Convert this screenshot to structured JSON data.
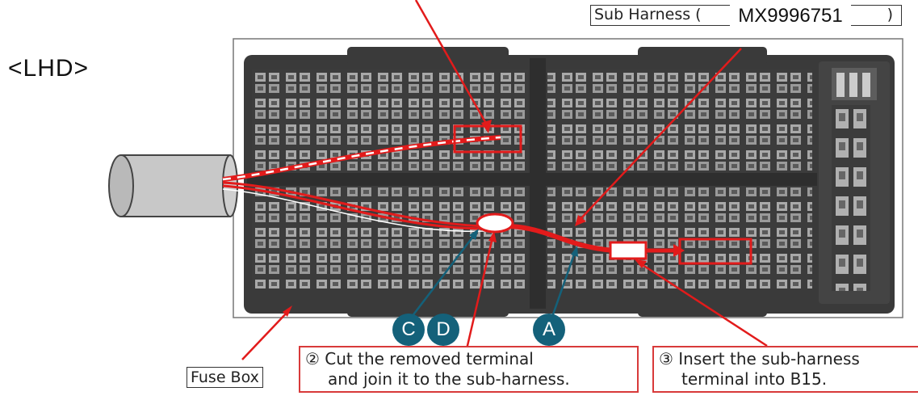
{
  "labels": {
    "lhd": "<LHD>",
    "sub_harness_prefix": "Sub Harness (",
    "sub_harness_suffix": ")",
    "part_number": "MX9996751",
    "fuse_box": "Fuse Box"
  },
  "callouts": {
    "step2": {
      "line1": "② Cut the removed terminal",
      "line2": "and join it to the sub-harness."
    },
    "step3": {
      "line1": "③ Insert the sub-harness",
      "line2": "terminal into B15."
    }
  },
  "badges": {
    "a": "A",
    "c": "C",
    "d": "D"
  },
  "colors": {
    "accent_red": "#e21b1b",
    "badge_teal": "#14617a",
    "housing": "#3a3a3a"
  }
}
